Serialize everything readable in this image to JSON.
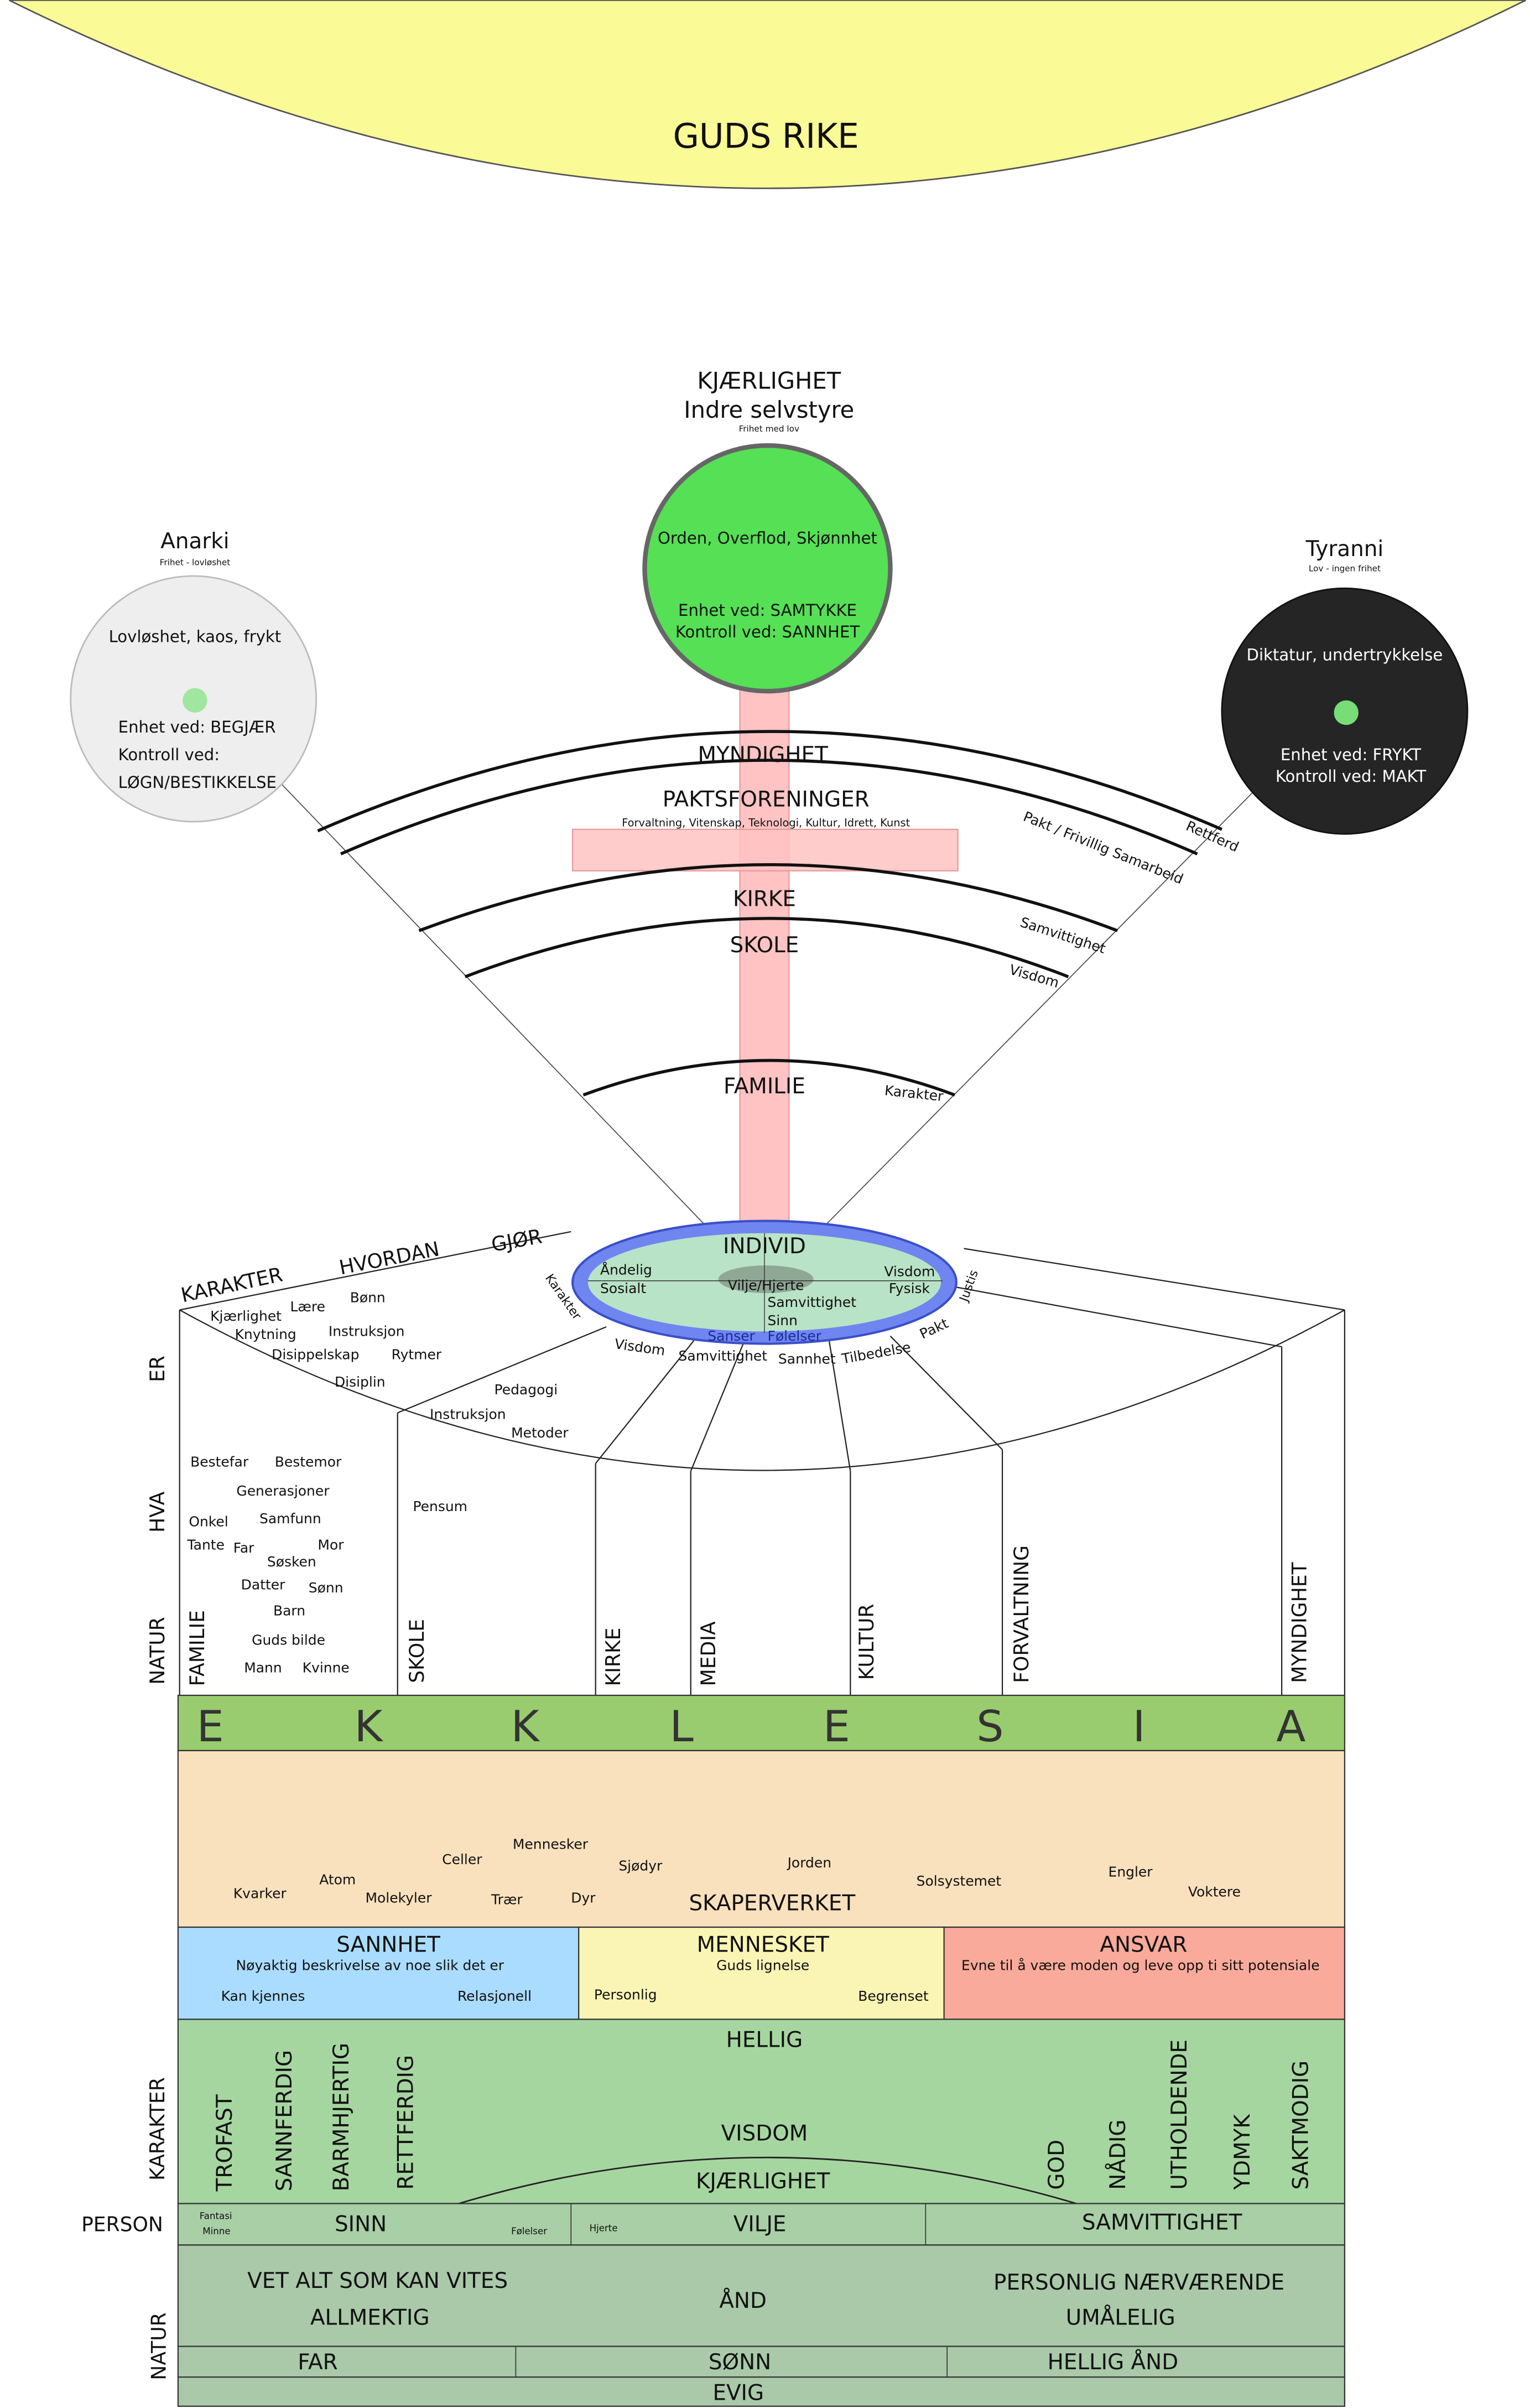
{
  "colors": {
    "sky": "#fafa96",
    "green_circle": "#55e055",
    "grey_circle": "#eeeeee",
    "black_circle": "#252525",
    "cross": "#ffc3c3",
    "individ_ring": "#6f86f0",
    "individ_fill": "#b9e3c6",
    "ekklesia": "#99cc6e",
    "skaperverket": "#fae1be",
    "sannhet": "#aadcff",
    "mennesket": "#faf5b4",
    "ansvar": "#faaa9b",
    "karakter": "#a6d6a0",
    "person": "#a8cfa6",
    "natur": "#a9c9a9"
  },
  "guds_rike": "GUDS RIKE",
  "kjaerlighet": {
    "title": "KJÆRLIGHET",
    "subtitle": "Indre selvstyre",
    "note": "Frihet med lov",
    "line1": "Orden, Overflod, Skjønnhet",
    "line2": "Enhet ved: SAMTYKKE",
    "line3": "Kontroll ved: SANNHET"
  },
  "anarki": {
    "title": "Anarki",
    "note": "Frihet - lovløshet",
    "line1": "Lovløshet, kaos, frykt",
    "line2": "Enhet ved: BEGJÆR",
    "line3": "Kontroll ved:",
    "line4": "LØGN/BESTIKKELSE"
  },
  "tyranni": {
    "title": "Tyranni",
    "note": "Lov - ingen frihet",
    "line1": "Diktatur, undertrykkelse",
    "line2": "Enhet ved: FRYKT",
    "line3": "Kontroll ved: MAKT"
  },
  "arcs": {
    "myndighet": "MYNDIGHET",
    "paktsforeninger": "PAKTSFORENINGER",
    "paktsforeninger_sub": "Forvaltning, Vitenskap, Teknologi, Kultur, Idrett, Kunst",
    "kirke": "KIRKE",
    "skole": "SKOLE",
    "familie": "FAMILIE",
    "rettferd": "Rettferd",
    "pakt_frivillig": "Pakt / Frivillig Samarbeid",
    "samvittighet": "Samvittighet",
    "visdom": "Visdom",
    "karakter": "Karakter"
  },
  "individ": {
    "title": "INDIVID",
    "andelig": "Åndelig",
    "sosialt": "Sosialt",
    "vilje": "Vilje/Hjerte",
    "samvittighet": "Samvittighet",
    "sinn": "Sinn",
    "visdom": "Visdom",
    "fysisk": "Fysisk",
    "sanser": "Sanser",
    "folelser": "Følelser"
  },
  "fan": {
    "karakter": "KARAKTER",
    "hvordan": "HVORDAN",
    "gjor": "GJØR",
    "karakter_small": "Karakter",
    "justis": "Justis",
    "visdom": "Visdom",
    "samvittighet": "Samvittighet",
    "sannhet": "Sannhet",
    "tilbedelse": "Tilbedelse",
    "pakt": "Pakt",
    "kjaerlighet": "Kjærlighet",
    "laere": "Lære",
    "bonn": "Bønn",
    "knytning": "Knytning",
    "instruksjon": "Instruksjon",
    "disippelskap": "Disippelskap",
    "rytmer": "Rytmer",
    "disiplin": "Disiplin",
    "pedagogi": "Pedagogi",
    "instruksjon2": "Instruksjon",
    "metoder": "Metoder",
    "pensum": "Pensum"
  },
  "side_labels": {
    "er": "ER",
    "hva": "HVA",
    "natur": "NATUR"
  },
  "family_words": {
    "bestefar": "Bestefar",
    "bestemor": "Bestemor",
    "generasjoner": "Generasjoner",
    "onkel": "Onkel",
    "samfunn": "Samfunn",
    "tante": "Tante",
    "far": "Far",
    "mor": "Mor",
    "sosken": "Søsken",
    "datter": "Datter",
    "sonn": "Sønn",
    "barn": "Barn",
    "guds_bilde": "Guds bilde",
    "mann": "Mann",
    "kvinne": "Kvinne"
  },
  "columns": {
    "familie": "FAMILIE",
    "skole": "SKOLE",
    "kirke": "KIRKE",
    "media": "MEDIA",
    "kultur": "KULTUR",
    "forvaltning": "FORVALTNING",
    "myndighet": "MYNDIGHET"
  },
  "ekklesia": [
    "E",
    "K",
    "K",
    "L",
    "E",
    "S",
    "I",
    "A"
  ],
  "skaperverket": {
    "title": "SKAPERVERKET",
    "kvarker": "Kvarker",
    "atom": "Atom",
    "molekyler": "Molekyler",
    "celler": "Celler",
    "traer": "Trær",
    "mennesker": "Mennesker",
    "dyr": "Dyr",
    "sjodyr": "Sjødyr",
    "jorden": "Jorden",
    "solsystemet": "Solsystemet",
    "engler": "Engler",
    "voktere": "Voktere"
  },
  "sannhet": {
    "title": "SANNHET",
    "sub": "Nøyaktig beskrivelse av noe slik det er",
    "kan": "Kan kjennes",
    "relasjonell": "Relasjonell"
  },
  "mennesket": {
    "title": "MENNESKET",
    "sub": "Guds lignelse",
    "personlig": "Personlig",
    "begrenset": "Begrenset"
  },
  "ansvar": {
    "title": "ANSVAR",
    "sub": "Evne til å være moden og leve opp ti sitt potensiale"
  },
  "karakter": {
    "side": "KARAKTER",
    "hellig": "HELLIG",
    "visdom": "VISDOM",
    "kjaerlighet": "KJÆRLIGHET",
    "trofast": "TROFAST",
    "sannferdig": "SANNFERDIG",
    "barmhjertig": "BARMHJERTIG",
    "rettferdig": "RETTFERDIG",
    "god": "GOD",
    "nadig": "NÅDIG",
    "utholdende": "UTHOLDENDE",
    "ydmyk": "YDMYK",
    "saktmodig": "SAKTMODIG"
  },
  "person": {
    "side": "PERSON",
    "fantasi": "Fantasi",
    "minne": "Minne",
    "sinn": "SINN",
    "folelser": "Følelser",
    "hjerte": "Hjerte",
    "vilje": "VILJE",
    "samvittighet": "SAMVITTIGHET"
  },
  "natur": {
    "side": "NATUR",
    "vet_alt": "VET ALT SOM KAN VITES",
    "allmektig": "ALLMEKTIG",
    "and": "ÅND",
    "personlig": "PERSONLIG NÆRVÆRENDE",
    "umalelig": "UMÅLELIG",
    "far": "FAR",
    "sonn": "SØNN",
    "hellig_and": "HELLIG ÅND",
    "evig": "EVIG"
  }
}
